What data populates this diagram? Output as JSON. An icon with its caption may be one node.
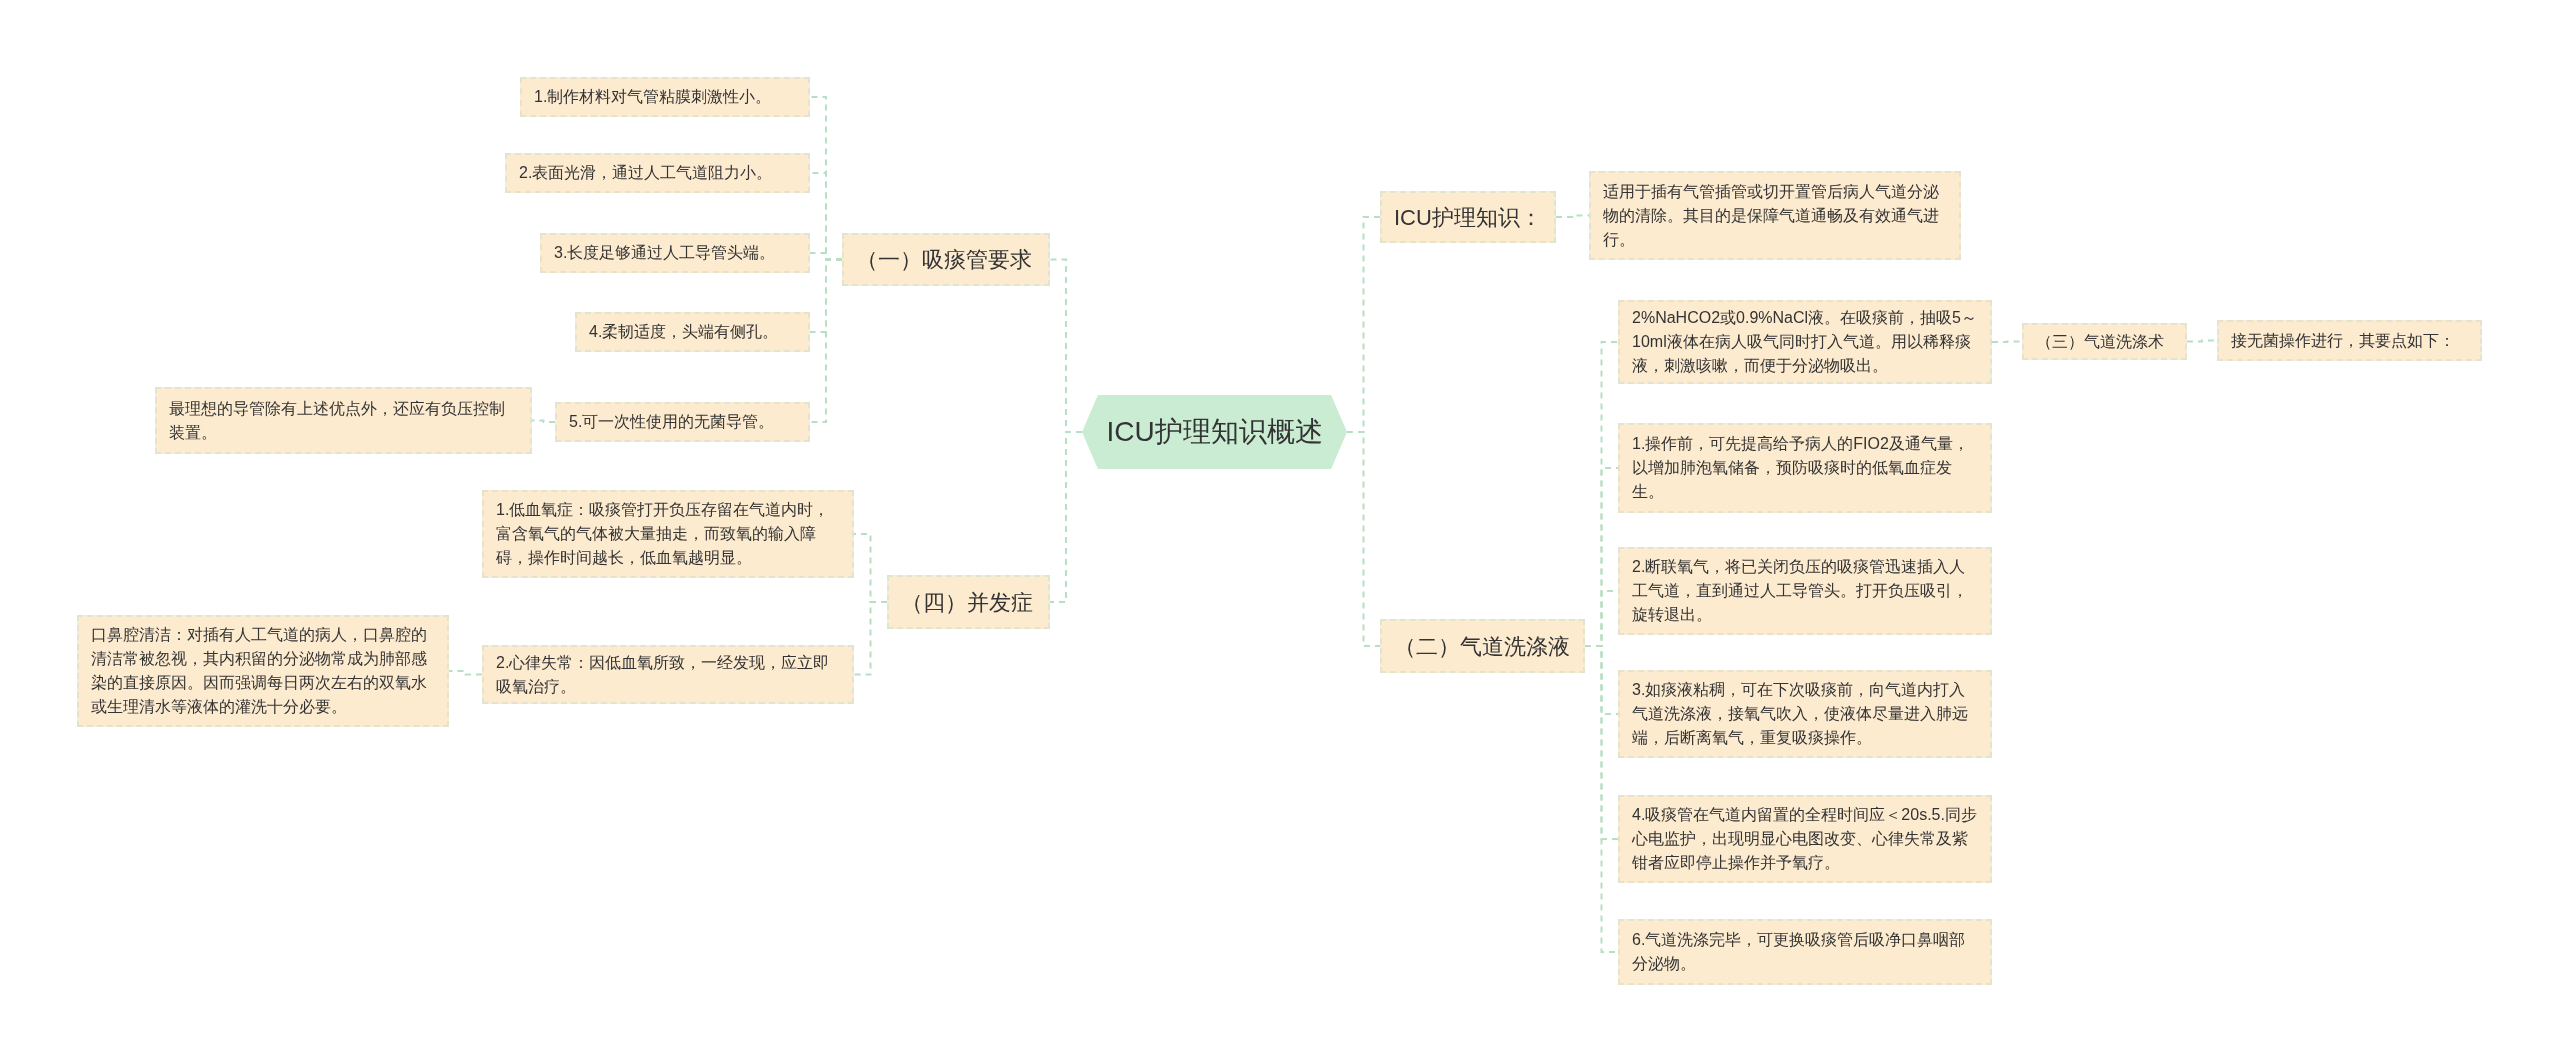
{
  "diagram": {
    "nodes": [
      {
        "text": [
          "ICU护理知识概述"
        ]
      },
      {
        "text": [
          "（一）吸痰管要求"
        ]
      },
      {
        "text": [
          "1.制作材料对气管粘膜刺激性小。"
        ]
      },
      {
        "text": [
          "2.表面光滑，通过人工气道阻力小。"
        ]
      },
      {
        "text": [
          "3.长度足够通过人工导管头端。"
        ]
      },
      {
        "text": [
          "4.柔韧适度，头端有侧孔。"
        ]
      },
      {
        "text": [
          "5.可一次性使用的无菌导管。"
        ]
      },
      {
        "text": [
          "最理想的导管除有上述优点外，还应有负压控制装置。"
        ]
      },
      {
        "text": [
          "（四）并发症"
        ]
      },
      {
        "text": [
          "1.低血氧症：吸痰管打开负压存留在气道内时，富含氧气的气体被大量抽走，而致氧的输入障碍，操作时间越长，低血氧越明显。"
        ]
      },
      {
        "text": [
          "2.心律失常：因低血氧所致，一经发现，应立即吸氧治疗。"
        ]
      },
      {
        "text": [
          "口鼻腔清洁：对插有人工气道的病人，口鼻腔的清洁常被忽视，其内积留的分泌物常成为肺部感染的直接原因。因而强调每日两次左右的双氧水或生理清水等液体的灌洗十分必要。"
        ]
      },
      {
        "text": [
          "ICU护理知识："
        ]
      },
      {
        "text": [
          "适用于插有气管插管或切开置管后病人气道分泌物的清除。其目的是保障气道通畅及有效通气进行。"
        ]
      },
      {
        "text": [
          "（二）气道洗涤液"
        ]
      },
      {
        "text": [
          "2%NaHCO2或0.9%NaCl液。在吸痰前，抽吸5～10ml液体在病人吸气同时打入气道。用以稀释痰液，刺激咳嗽，而便于分泌物吸出。"
        ]
      },
      {
        "text": [
          "（三）气道洗涤术"
        ]
      },
      {
        "text": [
          "接无菌操作进行，其要点如下："
        ]
      },
      {
        "text": [
          "1.操作前，可先提高给予病人的FIO2及通气量，以增加肺泡氧储备，预防吸痰时的低氧血症发生。"
        ]
      },
      {
        "text": [
          "2.断联氧气，将已关闭负压的吸痰管迅速插入人工气道，直到通过人工导管头。打开负压吸引，旋转退出。"
        ]
      },
      {
        "text": [
          "3.如痰液粘稠，可在下次吸痰前，向气道内打入气道洗涤液，接氧气吹入，使液体尽量进入肺远端，后断离氧气，重复吸痰操作。"
        ]
      },
      {
        "text": [
          "4.吸痰管在气道内留置的全程时间应＜20s.5.同步心电监护，出现明显心电图改变、心律失常及紫钳者应即停止操作并予氧疗。"
        ]
      },
      {
        "text": [
          "6.气道洗涤完毕，可更换吸痰管后吸净口鼻咽部分泌物。"
        ]
      }
    ],
    "edges": [
      {
        "from": 0,
        "to": 1,
        "arrow": "none",
        "style": "dashed"
      },
      {
        "from": 1,
        "to": 2,
        "arrow": "none",
        "style": "dashed"
      },
      {
        "from": 1,
        "to": 3,
        "arrow": "none",
        "style": "dashed"
      },
      {
        "from": 1,
        "to": 4,
        "arrow": "none",
        "style": "dashed"
      },
      {
        "from": 1,
        "to": 5,
        "arrow": "none",
        "style": "dashed"
      },
      {
        "from": 1,
        "to": 6,
        "arrow": "none",
        "style": "dashed"
      },
      {
        "from": 6,
        "to": 7,
        "arrow": "none",
        "style": "dashed"
      },
      {
        "from": 0,
        "to": 8,
        "arrow": "none",
        "style": "dashed"
      },
      {
        "from": 8,
        "to": 9,
        "arrow": "none",
        "style": "dashed"
      },
      {
        "from": 8,
        "to": 10,
        "arrow": "none",
        "style": "dashed"
      },
      {
        "from": 10,
        "to": 11,
        "arrow": "none",
        "style": "dashed"
      },
      {
        "from": 0,
        "to": 12,
        "arrow": "none",
        "style": "dashed"
      },
      {
        "from": 12,
        "to": 13,
        "arrow": "none",
        "style": "dashed"
      },
      {
        "from": 0,
        "to": 14,
        "arrow": "none",
        "style": "dashed"
      },
      {
        "from": 14,
        "to": 15,
        "arrow": "none",
        "style": "dashed"
      },
      {
        "from": 15,
        "to": 16,
        "arrow": "none",
        "style": "dashed"
      },
      {
        "from": 16,
        "to": 17,
        "arrow": "none",
        "style": "dashed"
      },
      {
        "from": 14,
        "to": 18,
        "arrow": "none",
        "style": "dashed"
      },
      {
        "from": 14,
        "to": 19,
        "arrow": "none",
        "style": "dashed"
      },
      {
        "from": 14,
        "to": 20,
        "arrow": "none",
        "style": "dashed"
      },
      {
        "from": 14,
        "to": 21,
        "arrow": "none",
        "style": "dashed"
      },
      {
        "from": 14,
        "to": 22,
        "arrow": "none",
        "style": "dashed"
      }
    ]
  }
}
